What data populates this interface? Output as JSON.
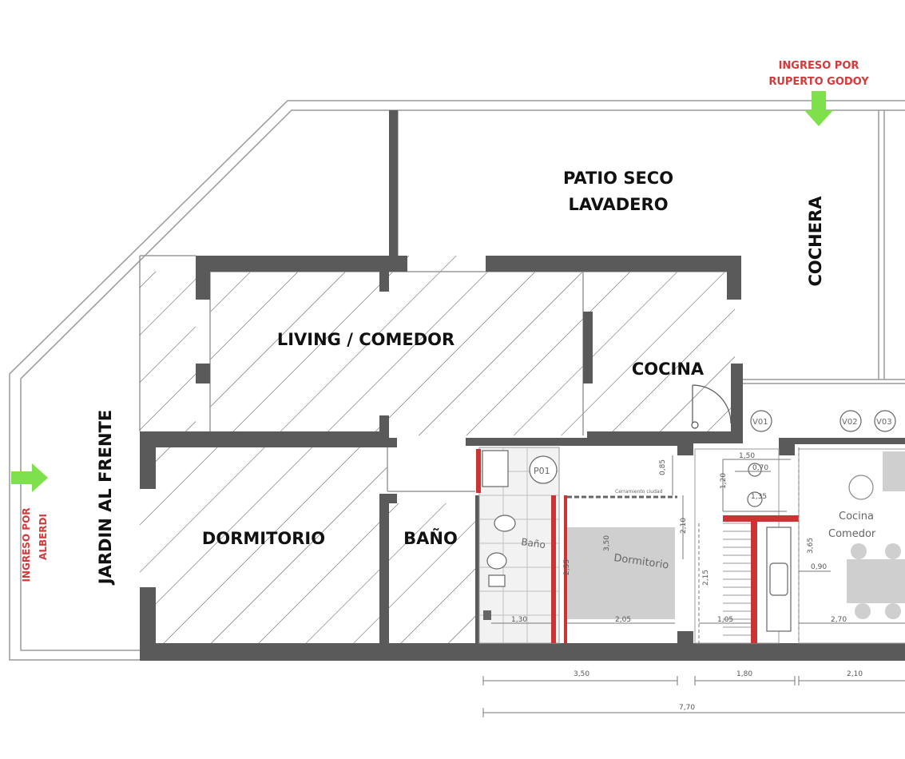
{
  "colors": {
    "wall": "#5a5a5a",
    "outline": "#9a9a9a",
    "hatch": "#4a4a4a",
    "arrow": "#7ee04a",
    "entry_text": "#d23b3b",
    "accent_red": "#cc3333"
  },
  "entries": {
    "top": {
      "line1": "INGRESO POR",
      "line2": "RUPERTO GODOY",
      "icon": "arrow-down-icon"
    },
    "left": {
      "line1": "INGRESO POR",
      "line2": "ALBERDI",
      "icon": "arrow-right-icon"
    }
  },
  "rooms": {
    "patio_line1": "PATIO SECO",
    "patio_line2": "LAVADERO",
    "cochera": "COCHERA",
    "living": "LIVING / COMEDOR",
    "cocina": "COCINA",
    "jardin": "JARDIN AL FRENTE",
    "dormitorio": "DORMITORIO",
    "bano": "BAÑO"
  },
  "adjacent_plan": {
    "bano": "Baño",
    "dormitorio": "Dormitorio",
    "cocina_comedor_1": "Cocina",
    "cocina_comedor_2": "Comedor",
    "cerramiento": "Cerramiento ciudad",
    "door_tag": "P01",
    "windows": [
      "V01",
      "V02",
      "V03"
    ]
  },
  "dimensions": {
    "d_150": "1,50",
    "d_070": "0,70",
    "d_120": "1,20",
    "d_135": "1,35",
    "d_085": "0,85",
    "d_210v": "2,10",
    "d_350v": "3,50",
    "d_255": "2,55",
    "d_215": "2,15",
    "d_365": "3,65",
    "d_090": "0,90",
    "d_130": "1,30",
    "d_205": "2,05",
    "d_105": "1,05",
    "d_270": "2,70",
    "bottom_350": "3,50",
    "bottom_180": "1,80",
    "bottom_210": "2,10",
    "bottom_770": "7,70"
  }
}
